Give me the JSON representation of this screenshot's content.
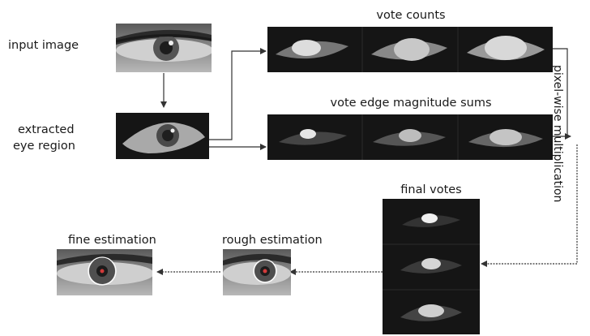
{
  "labels": {
    "input_image": "input image",
    "extracted_line1": "extracted",
    "extracted_line2": "eye region",
    "vote_counts": "vote counts",
    "vote_edge": "vote edge magnitude sums",
    "pixel_wise": "pixel-wise multiplication",
    "final_votes": "final votes",
    "rough_estimation": "rough estimation",
    "fine_estimation": "fine estimation"
  },
  "colors": {
    "panel_background": "#151515",
    "arrow": "#333333",
    "estimate_marker": "#d23a3a",
    "estimate_circle": "#ffffff"
  },
  "icons": {
    "arrow": "arrow-icon",
    "estimate_marker": "estimate-marker-icon"
  }
}
